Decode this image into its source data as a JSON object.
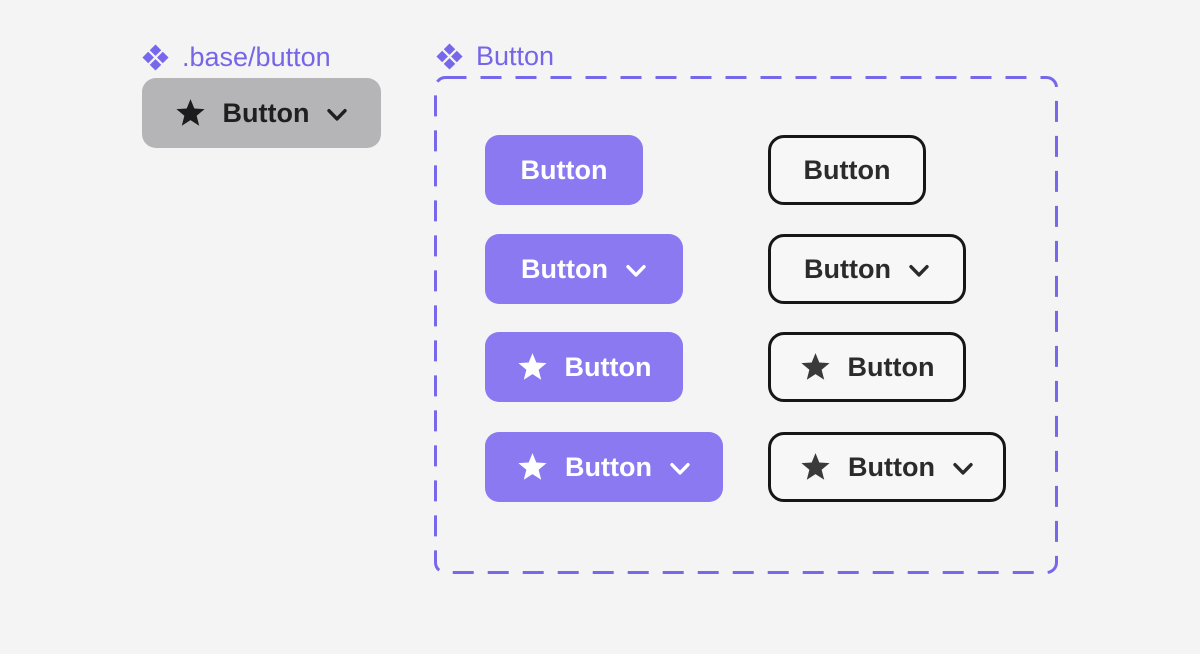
{
  "canvas": {
    "background": "#f4f4f5"
  },
  "colors": {
    "accent_purple": "#7565e8",
    "component_icon_purple": "#7767ea",
    "frame_dash_purple": "#7767ea",
    "primary_button_fill": "#8a79f0",
    "primary_button_text": "#ffffff",
    "outline_button_border": "#161616",
    "outline_button_text": "#2b2b2b",
    "base_button_fill": "#b5b4b6",
    "base_button_text": "#1f1f1f"
  },
  "base_component": {
    "label": ".base/button",
    "icon": "component-icon",
    "button": {
      "label": "Button",
      "star": true,
      "chevron": true
    }
  },
  "component_set": {
    "label": "Button",
    "icon": "component-icon",
    "variants": [
      {
        "style": "primary",
        "label": "Button",
        "star": false,
        "chevron": false
      },
      {
        "style": "outline",
        "label": "Button",
        "star": false,
        "chevron": false
      },
      {
        "style": "primary",
        "label": "Button",
        "star": false,
        "chevron": true
      },
      {
        "style": "outline",
        "label": "Button",
        "star": false,
        "chevron": true
      },
      {
        "style": "primary",
        "label": "Button",
        "star": true,
        "chevron": false
      },
      {
        "style": "outline",
        "label": "Button",
        "star": true,
        "chevron": false
      },
      {
        "style": "primary",
        "label": "Button",
        "star": true,
        "chevron": true
      },
      {
        "style": "outline",
        "label": "Button",
        "star": true,
        "chevron": true
      }
    ]
  }
}
